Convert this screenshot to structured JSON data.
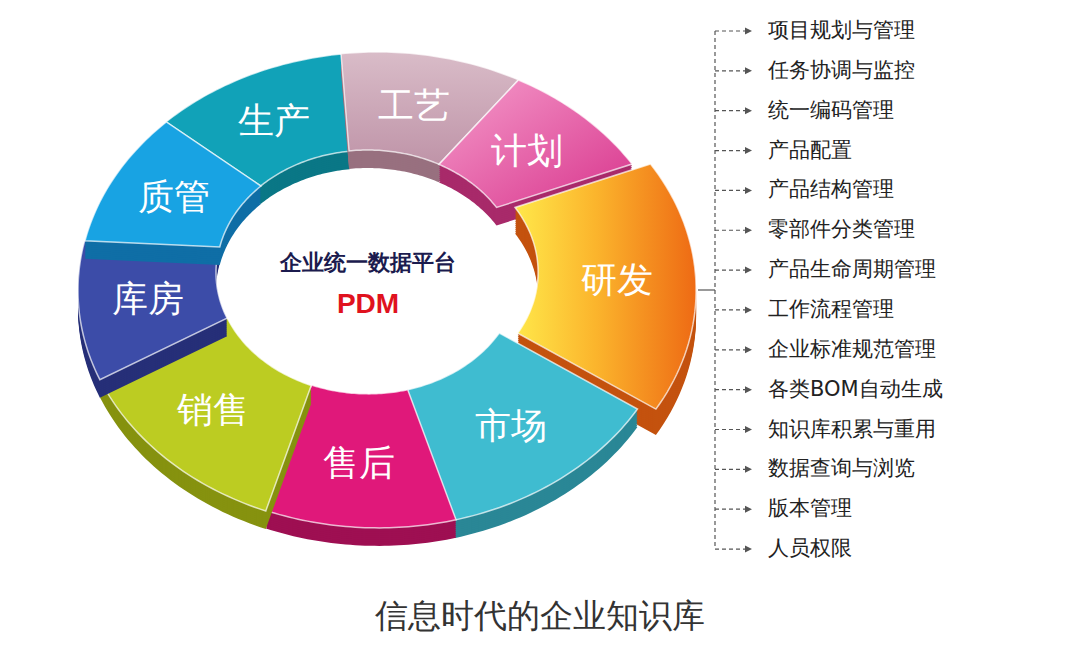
{
  "diagram": {
    "caption": "信息时代的企业知识库",
    "nodes": [
      {
        "text": [
          "企业统一数据平台",
          "PDM"
        ]
      },
      {
        "text": [
          "生产"
        ]
      },
      {
        "text": [
          "工艺"
        ]
      },
      {
        "text": [
          "计划"
        ]
      },
      {
        "text": [
          "研发"
        ]
      },
      {
        "text": [
          "市场"
        ]
      },
      {
        "text": [
          "售后"
        ]
      },
      {
        "text": [
          "销售"
        ]
      },
      {
        "text": [
          "库房"
        ]
      },
      {
        "text": [
          "质管"
        ]
      }
    ],
    "labels": [
      "项目规划与管理",
      "任务协调与监控",
      "统一编码管理",
      "产品配置",
      "产品结构管理",
      "零部件分类管理",
      "产品生命周期管理",
      "工作流程管理",
      "企业标准规范管理",
      "各类BOM自动生成",
      "知识库积累与重用",
      "数据查询与浏览",
      "版本管理",
      "人员权限"
    ]
  }
}
